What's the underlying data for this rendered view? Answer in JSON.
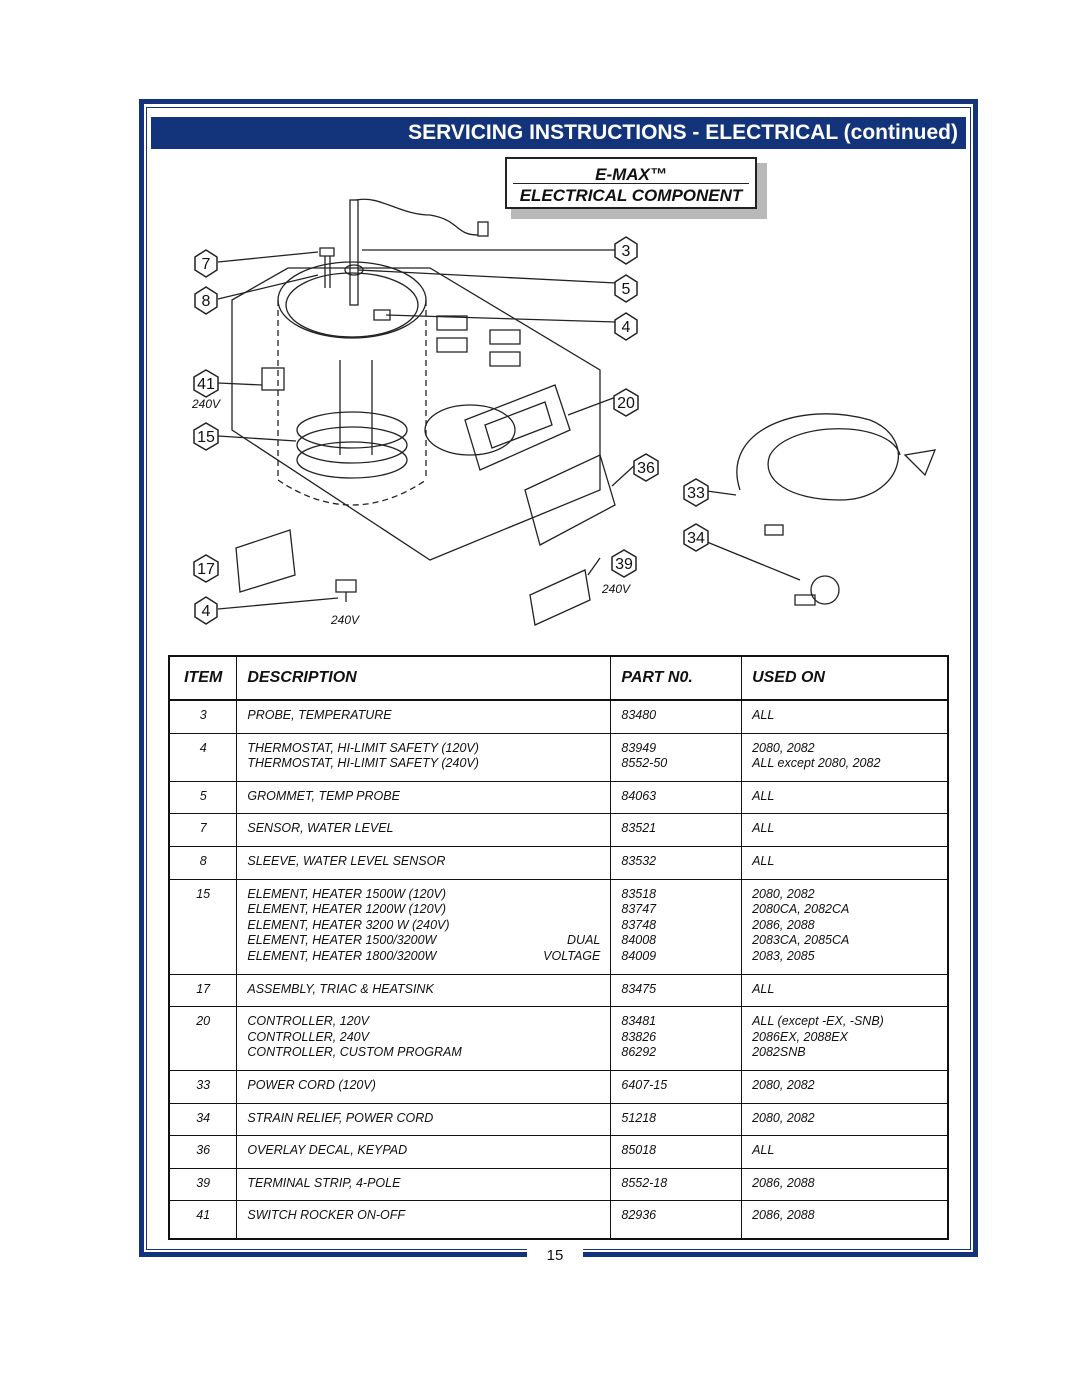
{
  "header": {
    "title": "SERVICING INSTRUCTIONS - ELECTRICAL (continued)"
  },
  "diagram": {
    "title_line1": "E-MAX™",
    "title_line2": "ELECTRICAL COMPONENT",
    "callouts": [
      "7",
      "8",
      "41",
      "15",
      "17",
      "4",
      "3",
      "5",
      "4",
      "20",
      "36",
      "33",
      "34",
      "39"
    ],
    "voltage_note": "240V"
  },
  "table": {
    "headers": {
      "item": "ITEM",
      "description": "DESCRIPTION",
      "part": "PART N0.",
      "used": "USED ON"
    },
    "rows": [
      {
        "item": "3",
        "desc": [
          {
            "text": "PROBE, TEMPERATURE",
            "extra": ""
          }
        ],
        "part": [
          "83480"
        ],
        "used": [
          "ALL"
        ]
      },
      {
        "item": "4",
        "desc": [
          {
            "text": "THERMOSTAT, HI-LIMIT SAFETY (120V)",
            "extra": ""
          },
          {
            "text": "THERMOSTAT, HI-LIMIT SAFETY (240V)",
            "extra": ""
          }
        ],
        "part": [
          "83949",
          "8552-50"
        ],
        "used": [
          "2080, 2082",
          "ALL except 2080, 2082"
        ]
      },
      {
        "item": "5",
        "desc": [
          {
            "text": "GROMMET, TEMP PROBE",
            "extra": ""
          }
        ],
        "part": [
          "84063"
        ],
        "used": [
          "ALL"
        ]
      },
      {
        "item": "7",
        "desc": [
          {
            "text": "SENSOR, WATER LEVEL",
            "extra": ""
          }
        ],
        "part": [
          "83521"
        ],
        "used": [
          "ALL"
        ]
      },
      {
        "item": "8",
        "desc": [
          {
            "text": "SLEEVE, WATER LEVEL SENSOR",
            "extra": ""
          }
        ],
        "part": [
          "83532"
        ],
        "used": [
          "ALL"
        ]
      },
      {
        "item": "15",
        "desc": [
          {
            "text": "ELEMENT, HEATER 1500W (120V)",
            "extra": ""
          },
          {
            "text": "ELEMENT, HEATER 1200W (120V)",
            "extra": ""
          },
          {
            "text": "ELEMENT, HEATER 3200 W (240V)",
            "extra": ""
          },
          {
            "text": "ELEMENT, HEATER 1500/3200W",
            "extra": "DUAL"
          },
          {
            "text": "ELEMENT, HEATER 1800/3200W",
            "extra": "VOLTAGE"
          }
        ],
        "part": [
          "83518",
          "83747",
          "83748",
          "84008",
          "84009"
        ],
        "used": [
          "2080, 2082",
          "2080CA, 2082CA",
          "2086, 2088",
          "2083CA, 2085CA",
          "2083, 2085"
        ]
      },
      {
        "item": "17",
        "desc": [
          {
            "text": "ASSEMBLY, TRIAC & HEATSINK",
            "extra": ""
          }
        ],
        "part": [
          "83475"
        ],
        "used": [
          "ALL"
        ]
      },
      {
        "item": "20",
        "desc": [
          {
            "text": "CONTROLLER, 120V",
            "extra": ""
          },
          {
            "text": "CONTROLLER, 240V",
            "extra": ""
          },
          {
            "text": "CONTROLLER, CUSTOM PROGRAM",
            "extra": ""
          }
        ],
        "part": [
          "83481",
          "83826",
          "86292"
        ],
        "used": [
          "ALL (except -EX, -SNB)",
          "2086EX, 2088EX",
          "2082SNB"
        ]
      },
      {
        "item": "33",
        "desc": [
          {
            "text": "POWER CORD (120V)",
            "extra": ""
          }
        ],
        "part": [
          "6407-15"
        ],
        "used": [
          "2080, 2082"
        ]
      },
      {
        "item": "34",
        "desc": [
          {
            "text": "STRAIN RELIEF, POWER CORD",
            "extra": ""
          }
        ],
        "part": [
          "51218"
        ],
        "used": [
          "2080, 2082"
        ]
      },
      {
        "item": "36",
        "desc": [
          {
            "text": "OVERLAY DECAL, KEYPAD",
            "extra": ""
          }
        ],
        "part": [
          "85018"
        ],
        "used": [
          "ALL"
        ]
      },
      {
        "item": "39",
        "desc": [
          {
            "text": "TERMINAL STRIP, 4-POLE",
            "extra": ""
          }
        ],
        "part": [
          "8552-18"
        ],
        "used": [
          "2086, 2088"
        ]
      },
      {
        "item": "41",
        "desc": [
          {
            "text": "SWITCH ROCKER ON-OFF",
            "extra": ""
          }
        ],
        "part": [
          "82936"
        ],
        "used": [
          "2086, 2088"
        ]
      }
    ]
  },
  "footer": {
    "page_number": "15"
  }
}
